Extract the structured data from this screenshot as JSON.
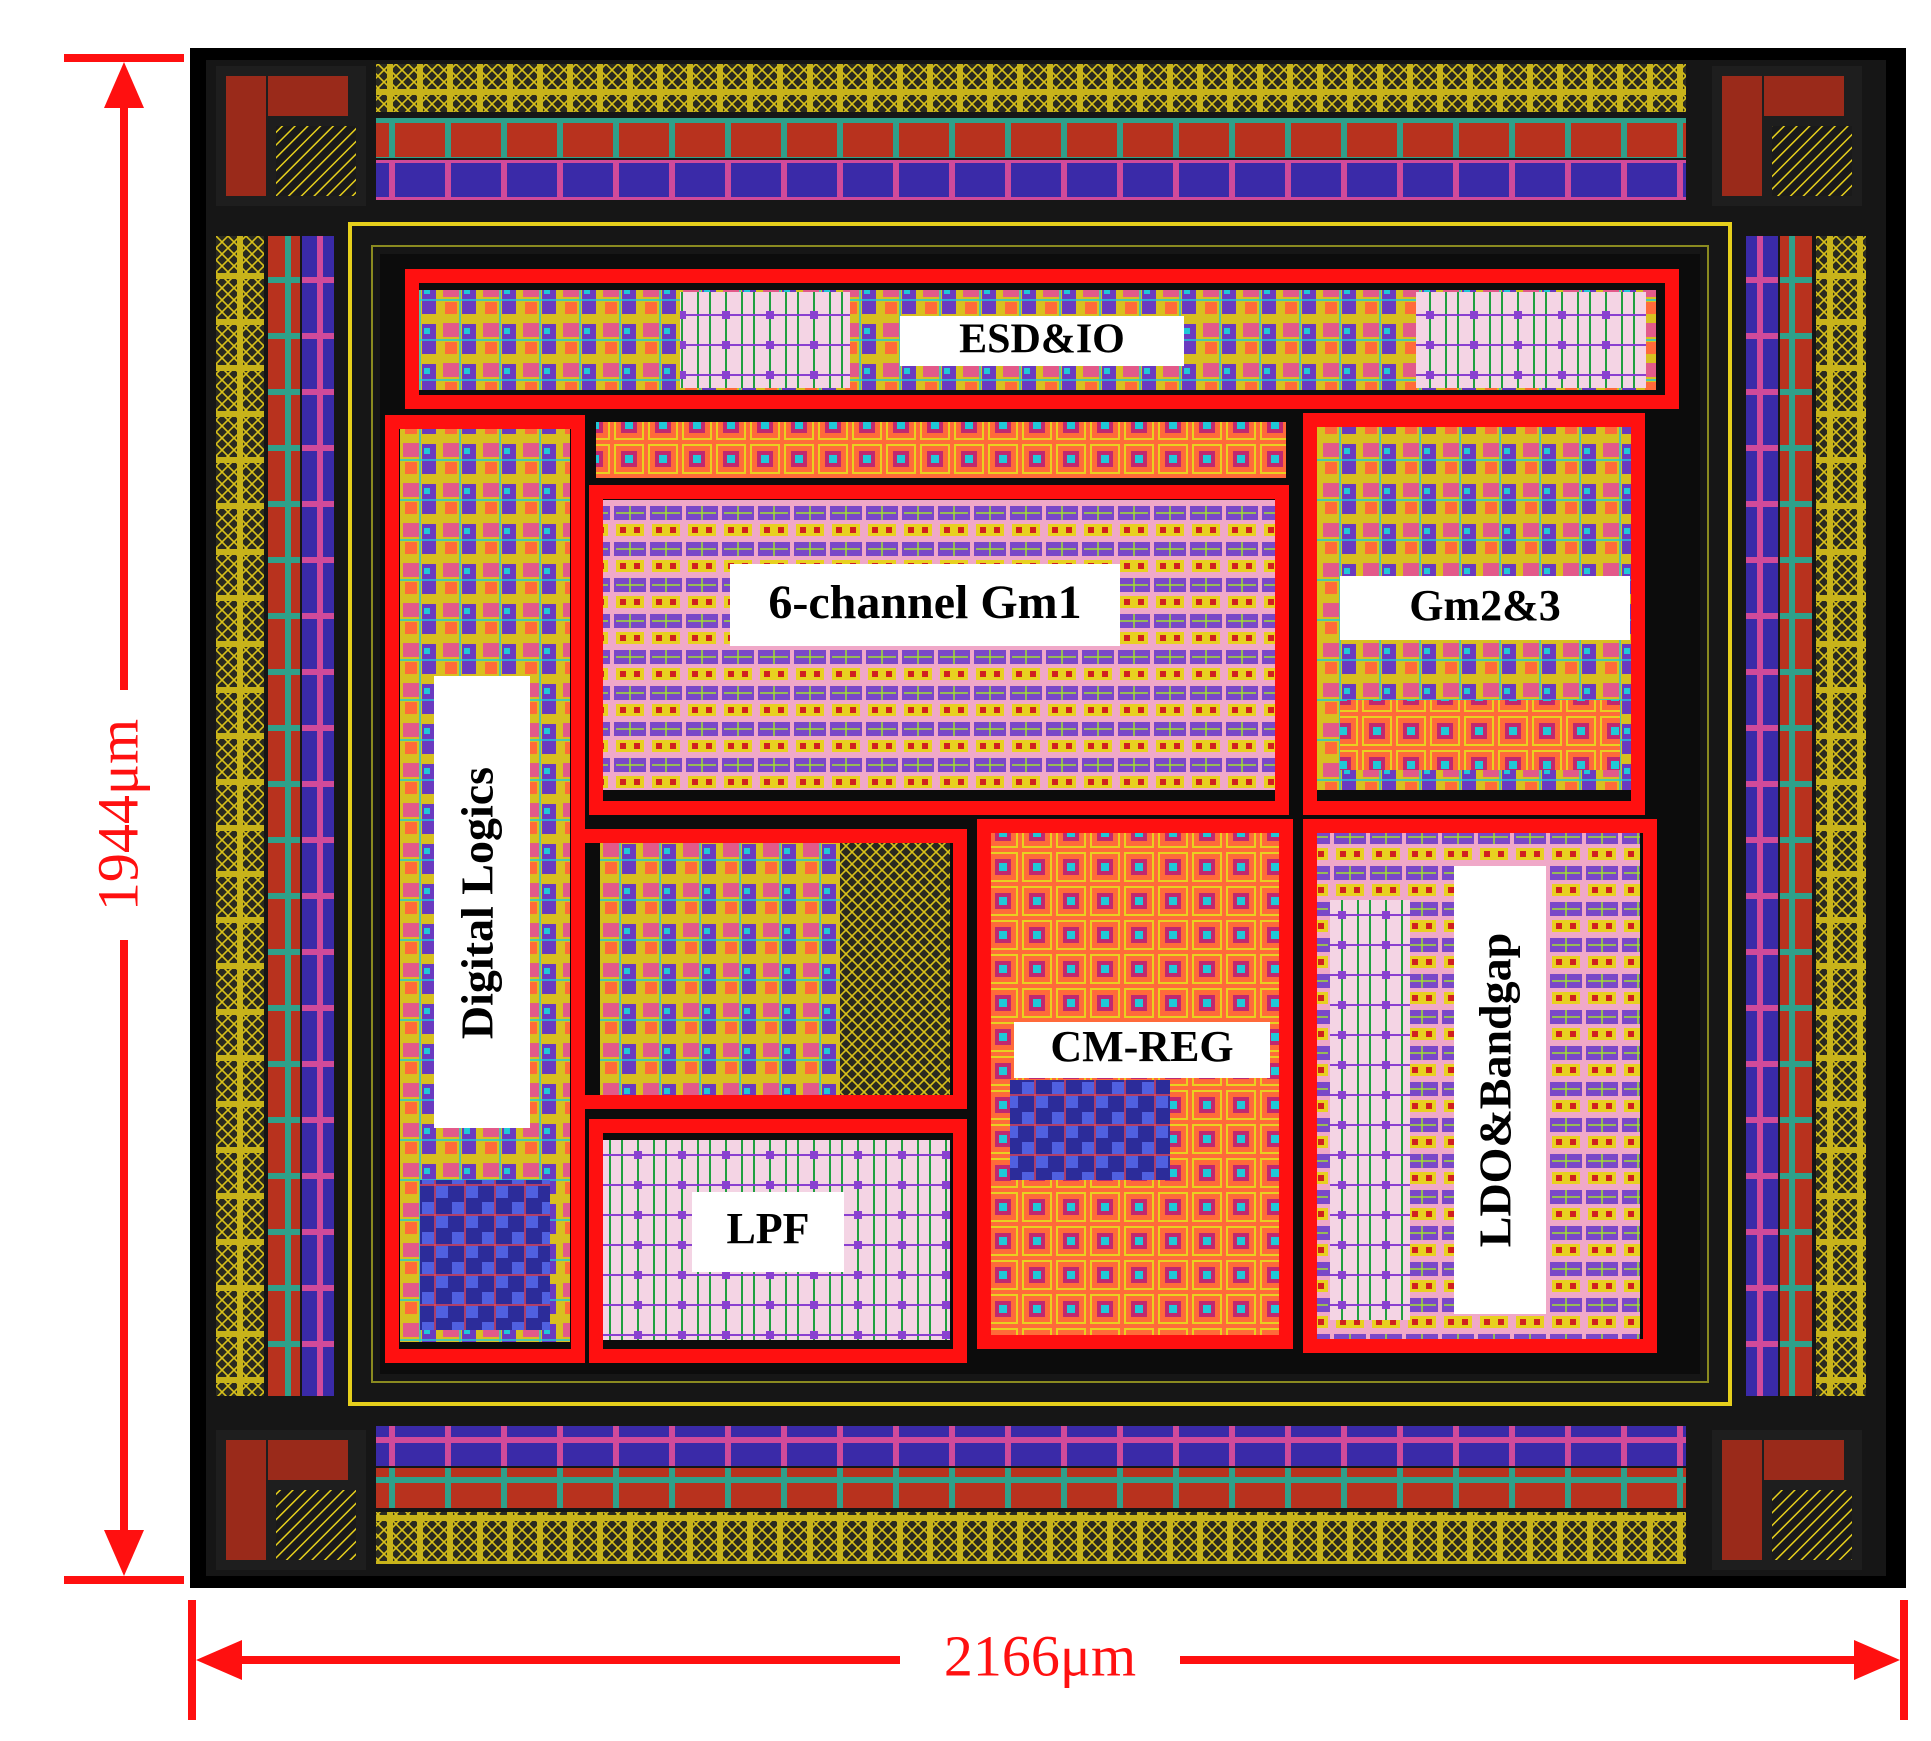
{
  "figure": {
    "blocks": [
      {
        "id": "esd-io",
        "label": "ESD&IO"
      },
      {
        "id": "digital-logics",
        "label": "Digital  Logics"
      },
      {
        "id": "gm1",
        "label": "6-channel Gm1"
      },
      {
        "id": "gm23",
        "label": "Gm2&3"
      },
      {
        "id": "cm-reg",
        "label": "CM-REG"
      },
      {
        "id": "lpf",
        "label": "LPF"
      },
      {
        "id": "ldo-bandgap",
        "label": "LDO&Bandgap"
      }
    ],
    "dimensions": {
      "width_label": "2166μm",
      "height_label": "1944μm"
    },
    "colors": {
      "annotation": "#ff1010",
      "chip_bg": "#000000",
      "pad_ring": "#e8d21a",
      "pad_red": "#b8321e",
      "pad_blue": "#3a2aa8"
    }
  }
}
